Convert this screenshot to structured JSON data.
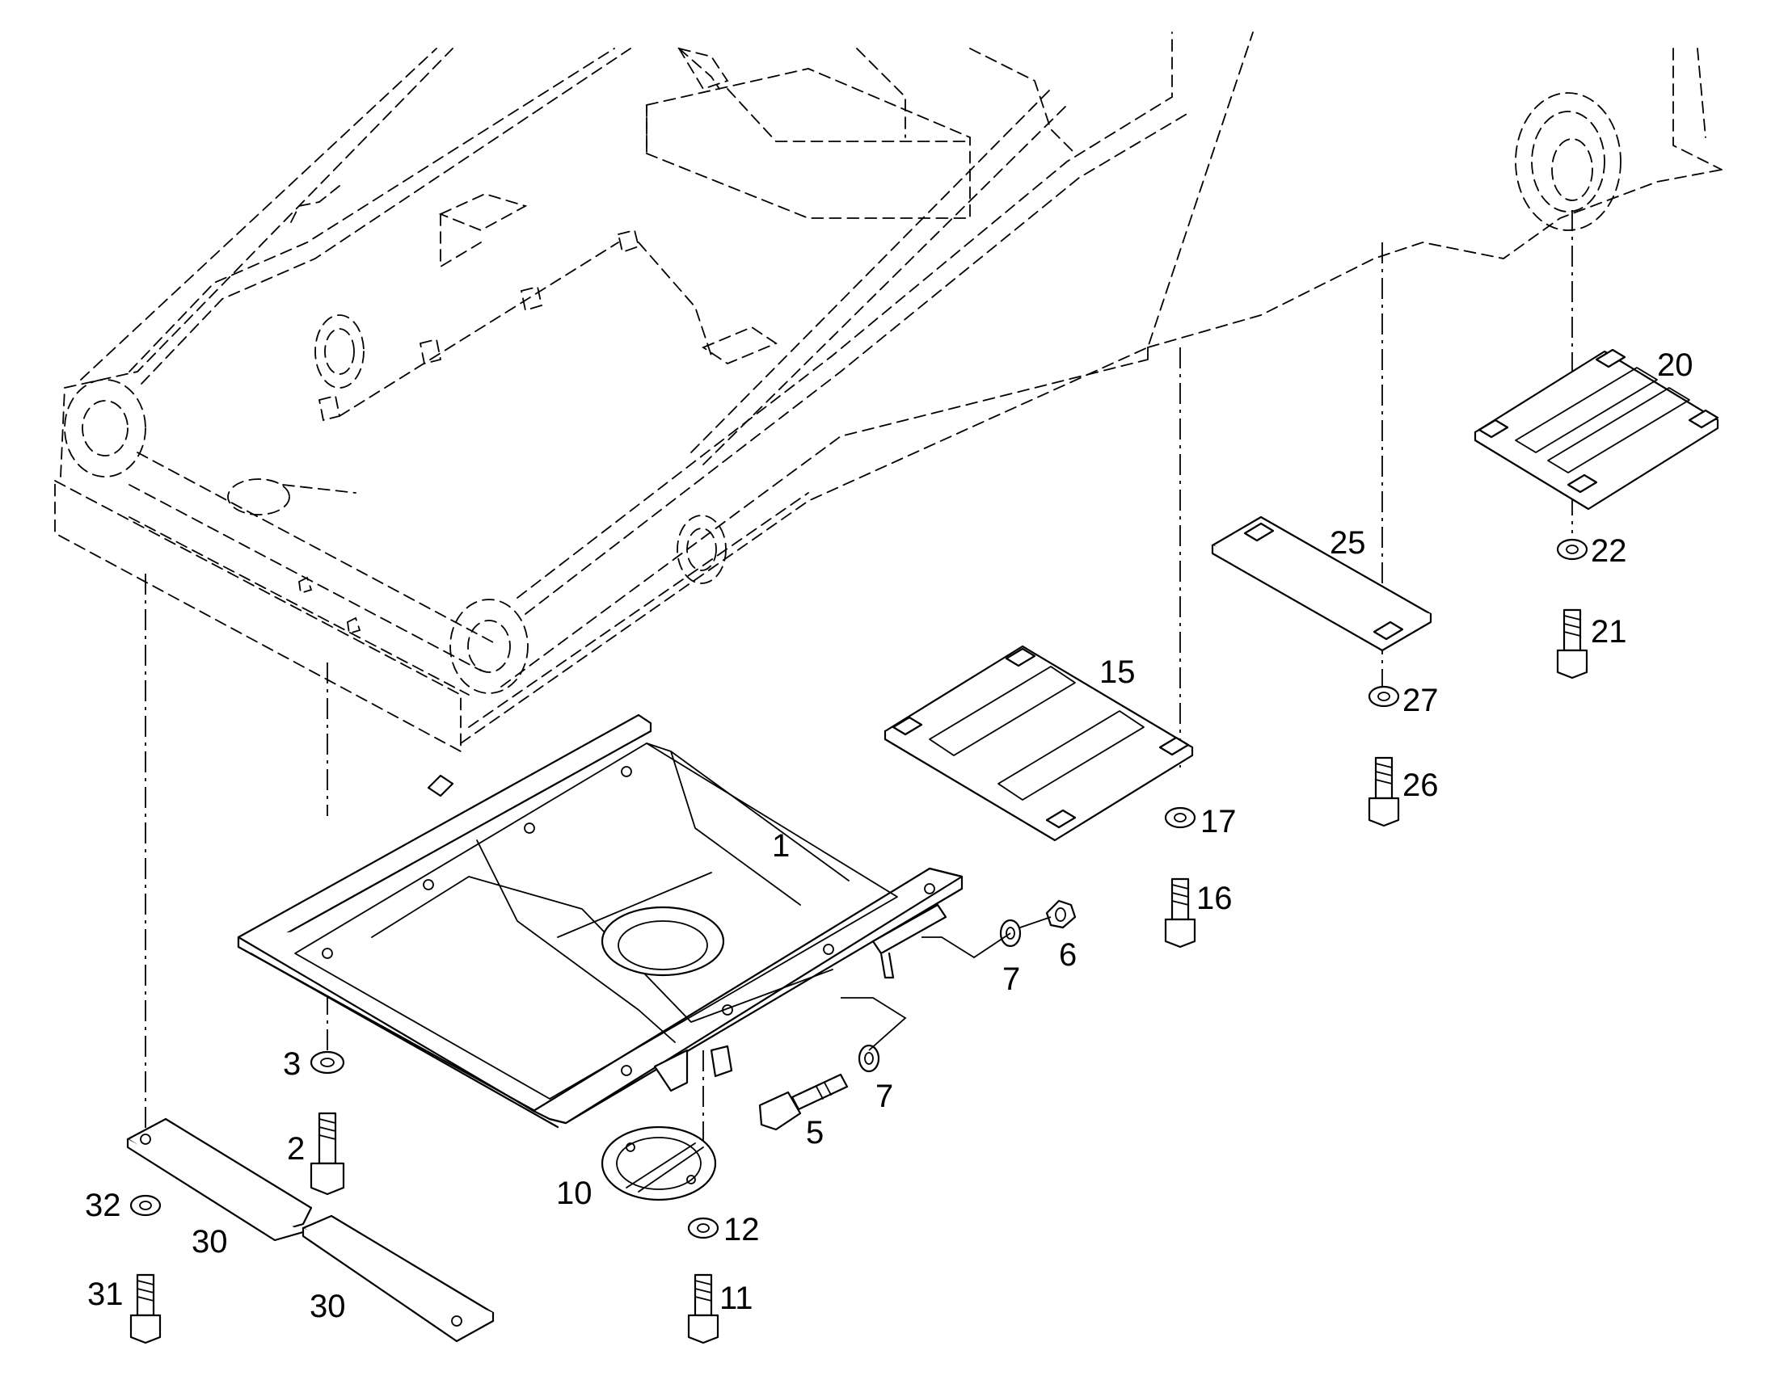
{
  "callouts": [
    {
      "id": "c1",
      "text": "1"
    },
    {
      "id": "c2",
      "text": "2"
    },
    {
      "id": "c3",
      "text": "3"
    },
    {
      "id": "c5",
      "text": "5"
    },
    {
      "id": "c6",
      "text": "6"
    },
    {
      "id": "c7a",
      "text": "7"
    },
    {
      "id": "c7b",
      "text": "7"
    },
    {
      "id": "c10",
      "text": "10"
    },
    {
      "id": "c11",
      "text": "11"
    },
    {
      "id": "c12",
      "text": "12"
    },
    {
      "id": "c15",
      "text": "15"
    },
    {
      "id": "c16",
      "text": "16"
    },
    {
      "id": "c17",
      "text": "17"
    },
    {
      "id": "c20",
      "text": "20"
    },
    {
      "id": "c21",
      "text": "21"
    },
    {
      "id": "c22",
      "text": "22"
    },
    {
      "id": "c25",
      "text": "25"
    },
    {
      "id": "c26",
      "text": "26"
    },
    {
      "id": "c27",
      "text": "27"
    },
    {
      "id": "c30a",
      "text": "30"
    },
    {
      "id": "c30b",
      "text": "30"
    },
    {
      "id": "c31",
      "text": "31"
    },
    {
      "id": "c32",
      "text": "32"
    }
  ],
  "colors": {
    "line": "#000000",
    "background": "#ffffff"
  }
}
